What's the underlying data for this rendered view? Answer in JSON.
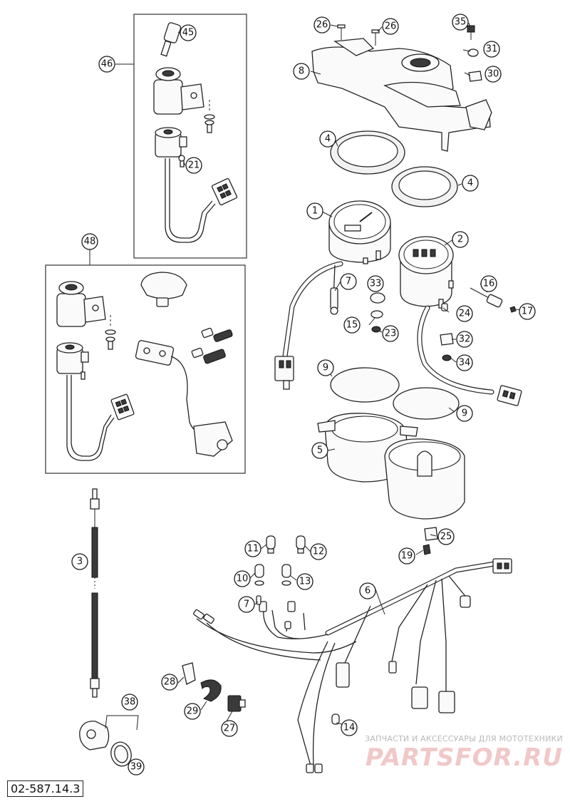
{
  "document_code": "02-587.14.3",
  "watermark": {
    "caption": "ЗАПЧАСТИ И АКСЕССУАРЫ ДЛЯ МОТОТЕХНИКИ",
    "logo_text": "PARTSFOR.RU"
  },
  "callouts": {
    "n1": "1",
    "n2": "2",
    "n3": "3",
    "n4a": "4",
    "n4b": "4",
    "n5": "5",
    "n6": "6",
    "n7a": "7",
    "n7b": "7",
    "n8": "8",
    "n9a": "9",
    "n9b": "9",
    "n10": "10",
    "n11": "11",
    "n12": "12",
    "n13": "13",
    "n14": "14",
    "n15": "15",
    "n16": "16",
    "n17": "17",
    "n19": "19",
    "n21": "21",
    "n23": "23",
    "n24": "24",
    "n25": "25",
    "n26a": "26",
    "n26b": "26",
    "n27": "27",
    "n28": "28",
    "n29": "29",
    "n30": "30",
    "n31": "31",
    "n32": "32",
    "n33": "33",
    "n34": "34",
    "n35": "35",
    "n38": "38",
    "n39": "39",
    "n45": "45",
    "n46": "46",
    "n48": "48"
  }
}
